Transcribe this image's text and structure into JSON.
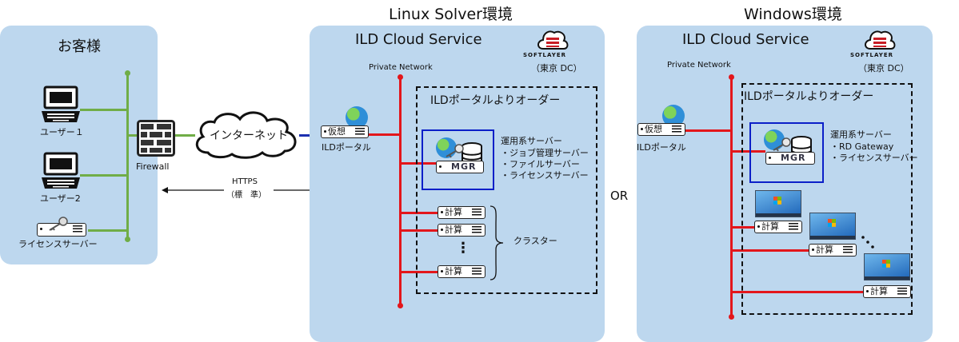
{
  "headings": {
    "linux": "Linux Solver環境",
    "windows": "Windows環境"
  },
  "customer": {
    "title": "お客様",
    "user1": "ユーザー１",
    "user2": "ユーザー2",
    "license_server": "ライセンスサーバー",
    "firewall": "Firewall"
  },
  "internet": {
    "label": "インターネット",
    "https": "HTTPS",
    "https_sub": "（標　準）"
  },
  "softlayer": {
    "logo_text": "SOFTLAYER",
    "dc": "（東京 DC）"
  },
  "linux": {
    "service_title": "ILD Cloud Service",
    "private_network": "Private Network",
    "ild_order": "ILDポータルよりオーダー",
    "virtual_server": "仮想",
    "portal_label": "ILDポータル",
    "mgr": "MGR",
    "ops_title": "運用系サーバー",
    "ops_items": [
      "・ジョブ管理サーバー",
      "・ファイルサーバー",
      "・ライセンスサーバー"
    ],
    "compute": "計算",
    "ellipsis": "⋮",
    "cluster": "クラスター"
  },
  "or_label": "OR",
  "windows": {
    "service_title": "ILD Cloud Service",
    "private_network": "Private Network",
    "ild_order": "ILDポータルよりオーダー",
    "virtual_server": "仮想",
    "portal_label": "ILDポータル",
    "mgr": "MGR",
    "ops_title": "運用系サーバー",
    "ops_items": [
      "・RD Gateway",
      "・ライセンスサーバー"
    ],
    "compute": "計算"
  },
  "colors": {
    "panel": "#bdd7ee",
    "private_net": "#e3161b",
    "customer_net": "#70ad47",
    "internet_link": "#1c2fb0",
    "mgr_border": "#0b1fc8"
  },
  "icons": [
    "laptop-icon",
    "server-icon",
    "key-icon",
    "firewall-icon",
    "cloud-icon",
    "globe-icon",
    "database-icon",
    "softlayer-logo-icon",
    "windows-desktop-icon",
    "arrow-double-icon",
    "brace-icon"
  ]
}
